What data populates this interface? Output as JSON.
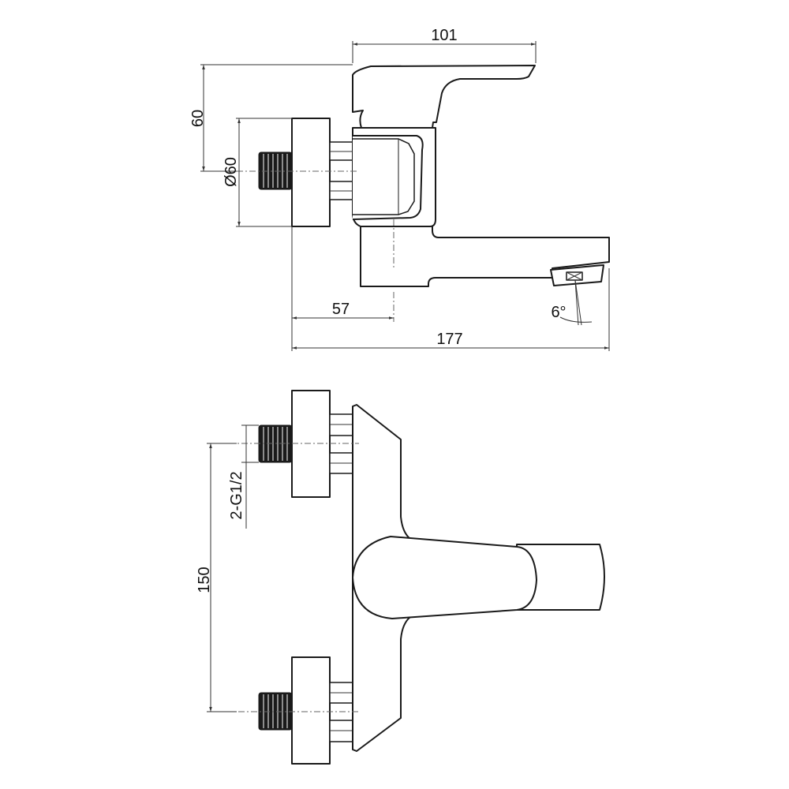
{
  "side_view": {
    "dim_handle_length": "101",
    "dim_height": "60",
    "dim_plate_diameter": "Ø60",
    "dim_spout_offset": "57",
    "dim_total_length": "177",
    "dim_angle": "6°"
  },
  "front_view": {
    "dim_thread": "2-G1/2",
    "dim_center_distance": "150"
  },
  "colors": {
    "line": "#1a1a1a",
    "background": "#ffffff"
  }
}
